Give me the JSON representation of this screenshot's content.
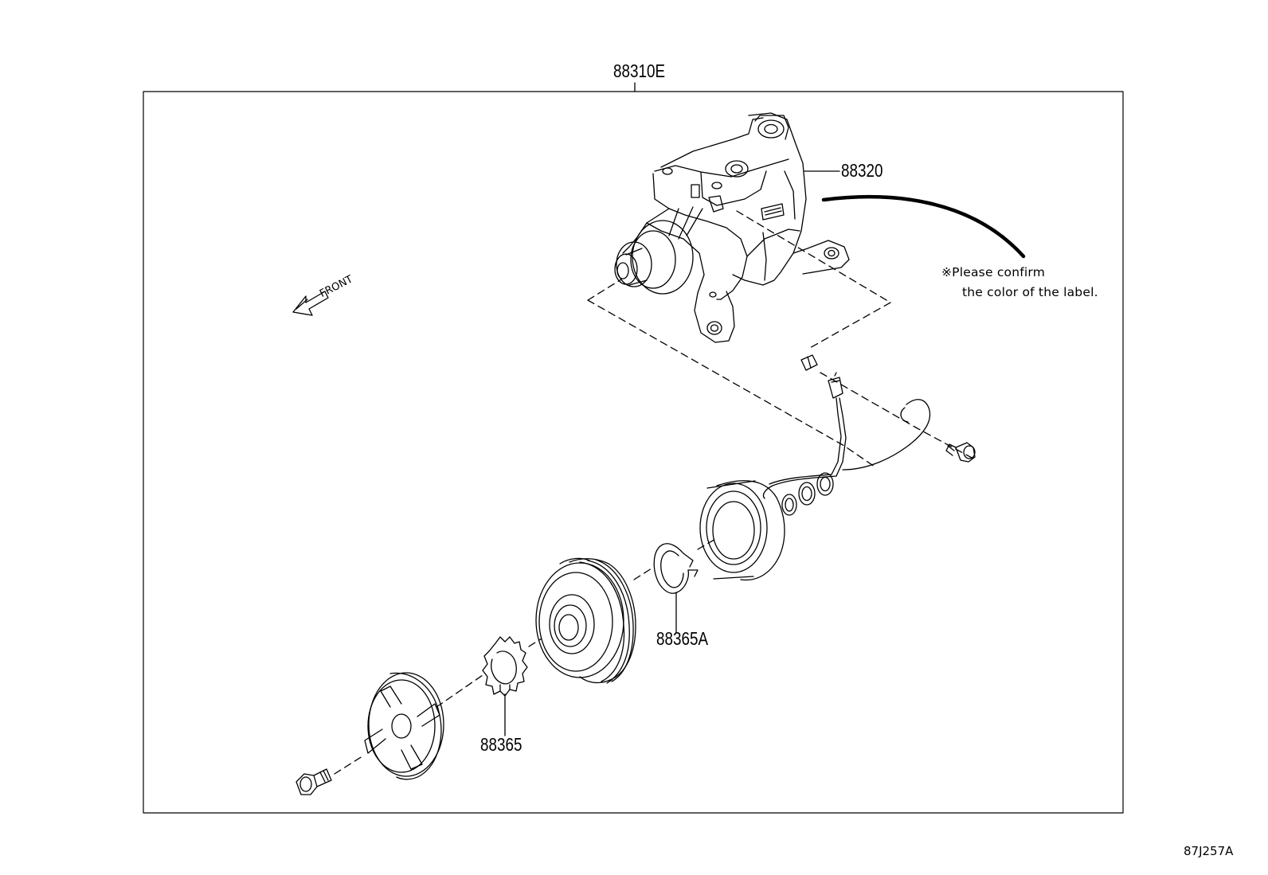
{
  "labels": {
    "assembly": "88310E",
    "compressor": "88320",
    "snap_ring_a": "88365A",
    "snap_ring": "88365"
  },
  "front_indicator": "FRONT",
  "note": {
    "line1": "※Please confirm",
    "line2": "the color of the label."
  },
  "diagram_id": "87J257A"
}
